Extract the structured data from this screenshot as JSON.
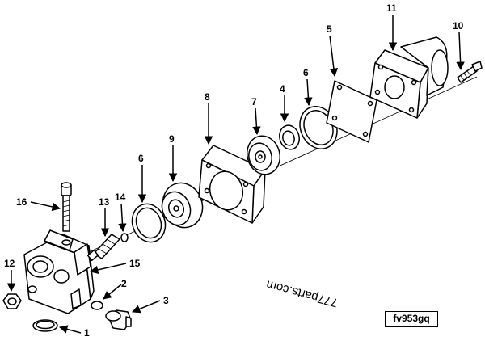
{
  "callouts": {
    "c1": "1",
    "c2": "2",
    "c3": "3",
    "c4": "4",
    "c5": "5",
    "c6a": "6",
    "c6b": "6",
    "c7": "7",
    "c8": "8",
    "c9": "9",
    "c10": "10",
    "c11": "11",
    "c12": "12",
    "c13": "13",
    "c14": "14",
    "c15": "15",
    "c16": "16"
  },
  "figure_code": "fv953gq",
  "watermark": "777parts.com"
}
